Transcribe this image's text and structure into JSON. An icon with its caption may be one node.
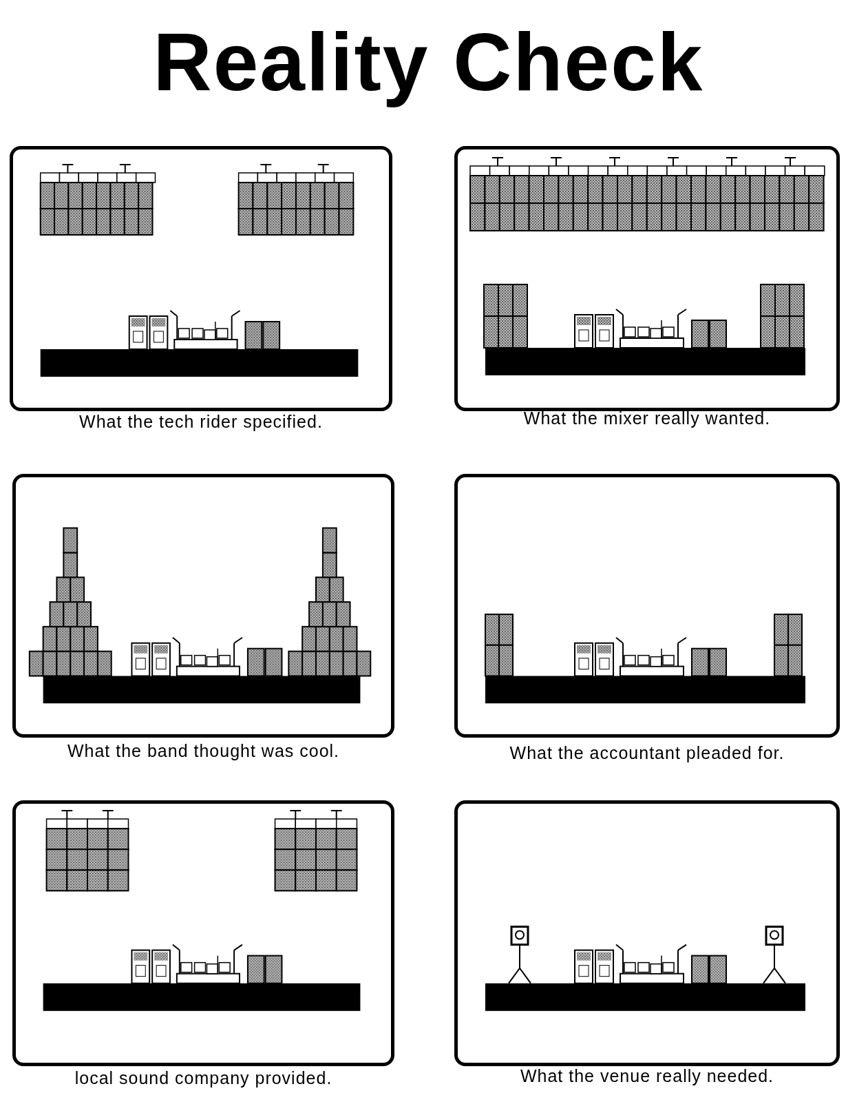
{
  "diagram": {
    "title": "Reality Check",
    "nodes": [
      {
        "text": [],
        "shape": "picture",
        "beside": [
          "What the tech rider specified."
        ]
      },
      {
        "text": [],
        "shape": "picture",
        "beside": [
          "What the mixer really wanted."
        ]
      },
      {
        "text": [],
        "shape": "picture",
        "beside": [
          "What the band thought was cool."
        ]
      },
      {
        "text": [],
        "shape": "picture",
        "beside": [
          "What the accountant pleaded for."
        ]
      },
      {
        "text": [],
        "shape": "picture",
        "beside": [
          "local sound company provided."
        ]
      },
      {
        "text": [],
        "shape": "picture",
        "beside": [
          "What the venue really needed."
        ]
      }
    ],
    "edges": []
  }
}
